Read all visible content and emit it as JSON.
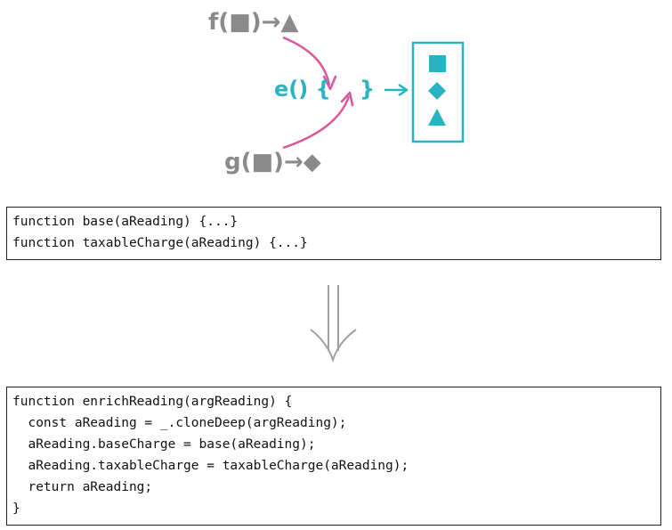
{
  "diagram": {
    "f_label": "f(■)→▲",
    "g_label": "g(■)→◆",
    "e_open": "e() {",
    "e_close": "}",
    "colors": {
      "gray": "#8a8a8a",
      "teal": "#2ab3c2",
      "pink": "#d9579a",
      "arrow_gray": "#a0a0a0"
    }
  },
  "code_top": {
    "lines": [
      "function base(aReading) {...}",
      "function taxableCharge(aReading) {...}"
    ]
  },
  "code_bottom": {
    "lines": [
      "function enrichReading(argReading) {",
      "  const aReading = _.cloneDeep(argReading);",
      "  aReading.baseCharge = base(aReading);",
      "  aReading.taxableCharge = taxableCharge(aReading);",
      "  return aReading;",
      "}"
    ]
  }
}
